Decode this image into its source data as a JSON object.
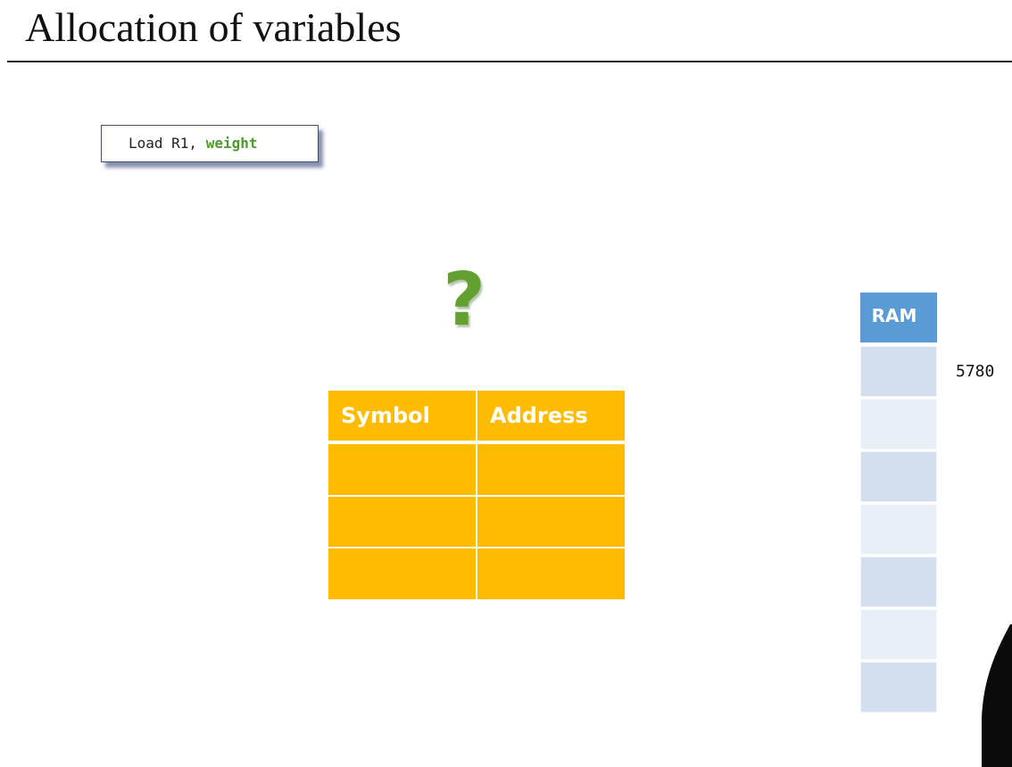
{
  "slide": {
    "title": "Allocation of variables"
  },
  "code": {
    "instruction": "Load R1,",
    "variable": "weight"
  },
  "question_mark": "?",
  "symbol_table": {
    "headers": [
      "Symbol",
      "Address"
    ],
    "rows": [
      [
        "",
        ""
      ],
      [
        "",
        ""
      ],
      [
        "",
        ""
      ]
    ],
    "color": "#ffbb00"
  },
  "ram": {
    "label": "RAM",
    "first_address": "5780",
    "cell_count": 7,
    "header_color": "#5b9bd5",
    "cell_colors": [
      "#d3deee",
      "#e9eff7"
    ]
  }
}
